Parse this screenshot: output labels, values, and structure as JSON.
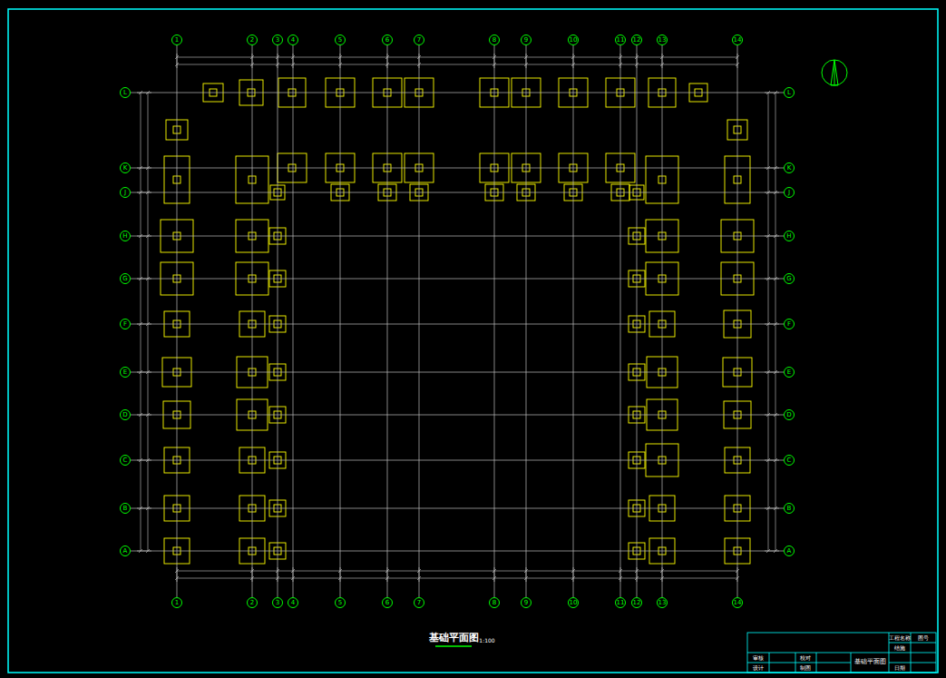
{
  "diagram": {
    "title": "基础平面图",
    "nodes": [
      {
        "text": [
          "1"
        ]
      },
      {
        "text": [
          "2"
        ]
      },
      {
        "text": [
          "3"
        ]
      },
      {
        "text": [
          "4"
        ]
      },
      {
        "text": [
          "5"
        ]
      },
      {
        "text": [
          "6"
        ]
      },
      {
        "text": [
          "7"
        ]
      },
      {
        "text": [
          "8"
        ]
      },
      {
        "text": [
          "9"
        ]
      },
      {
        "text": [
          "10"
        ]
      },
      {
        "text": [
          "11"
        ]
      },
      {
        "text": [
          "12"
        ]
      },
      {
        "text": [
          "13"
        ]
      },
      {
        "text": [
          "14"
        ]
      },
      {
        "text": [
          "L"
        ]
      },
      {
        "text": [
          "L"
        ]
      },
      {
        "text": [
          "K"
        ]
      },
      {
        "text": [
          "K"
        ]
      },
      {
        "text": [
          "J"
        ]
      },
      {
        "text": [
          "J"
        ]
      },
      {
        "text": [
          "H"
        ]
      },
      {
        "text": [
          "H"
        ]
      },
      {
        "text": [
          "G"
        ]
      },
      {
        "text": [
          "G"
        ]
      },
      {
        "text": [
          "F"
        ]
      },
      {
        "text": [
          "F"
        ]
      },
      {
        "text": [
          "E"
        ]
      },
      {
        "text": [
          "E"
        ]
      },
      {
        "text": [
          "D"
        ]
      },
      {
        "text": [
          "D"
        ]
      },
      {
        "text": [
          "C"
        ]
      },
      {
        "text": [
          "C"
        ]
      },
      {
        "text": [
          "B"
        ]
      },
      {
        "text": [
          "B"
        ]
      },
      {
        "text": [
          "A"
        ]
      },
      {
        "text": [
          "A"
        ]
      },
      {
        "text": [
          "1"
        ]
      },
      {
        "text": [
          "2"
        ]
      },
      {
        "text": [
          "3"
        ]
      },
      {
        "text": [
          "4"
        ]
      },
      {
        "text": [
          "5"
        ]
      },
      {
        "text": [
          "6"
        ]
      },
      {
        "text": [
          "7"
        ]
      },
      {
        "text": [
          "8"
        ]
      },
      {
        "text": [
          "9"
        ]
      },
      {
        "text": [
          "10"
        ]
      },
      {
        "text": [
          "11"
        ]
      },
      {
        "text": [
          "12"
        ]
      },
      {
        "text": [
          "13"
        ]
      },
      {
        "text": [
          "14"
        ]
      }
    ],
    "edges": [
      {
        "from": 0,
        "to": 36,
        "arrow": "none"
      },
      {
        "from": 1,
        "to": 37,
        "arrow": "none"
      },
      {
        "from": 2,
        "to": 38,
        "arrow": "none"
      },
      {
        "from": 3,
        "to": 39,
        "arrow": "none"
      },
      {
        "from": 4,
        "to": 40,
        "arrow": "none"
      },
      {
        "from": 5,
        "to": 41,
        "arrow": "none"
      },
      {
        "from": 6,
        "to": 42,
        "arrow": "none"
      },
      {
        "from": 7,
        "to": 43,
        "arrow": "none"
      },
      {
        "from": 8,
        "to": 44,
        "arrow": "none"
      },
      {
        "from": 9,
        "to": 45,
        "arrow": "none"
      },
      {
        "from": 10,
        "to": 46,
        "arrow": "none"
      },
      {
        "from": 11,
        "to": 47,
        "arrow": "none"
      },
      {
        "from": 12,
        "to": 48,
        "arrow": "none"
      },
      {
        "from": 13,
        "to": 49,
        "arrow": "none"
      },
      {
        "from": 14,
        "to": 15,
        "arrow": "none"
      },
      {
        "from": 16,
        "to": 17,
        "arrow": "none"
      },
      {
        "from": 18,
        "to": 19,
        "arrow": "none"
      },
      {
        "from": 20,
        "to": 21,
        "arrow": "none"
      },
      {
        "from": 22,
        "to": 23,
        "arrow": "none"
      },
      {
        "from": 24,
        "to": 25,
        "arrow": "none"
      },
      {
        "from": 26,
        "to": 27,
        "arrow": "none"
      },
      {
        "from": 28,
        "to": 29,
        "arrow": "none"
      },
      {
        "from": 30,
        "to": 31,
        "arrow": "none"
      },
      {
        "from": 32,
        "to": 33,
        "arrow": "none"
      },
      {
        "from": 34,
        "to": 35,
        "arrow": "none"
      }
    ],
    "labels": [
      "1:100",
      "工程名称",
      "图号",
      "审核",
      "校对",
      "结施",
      "设计",
      "制图",
      "基础平面图",
      "日期"
    ]
  }
}
